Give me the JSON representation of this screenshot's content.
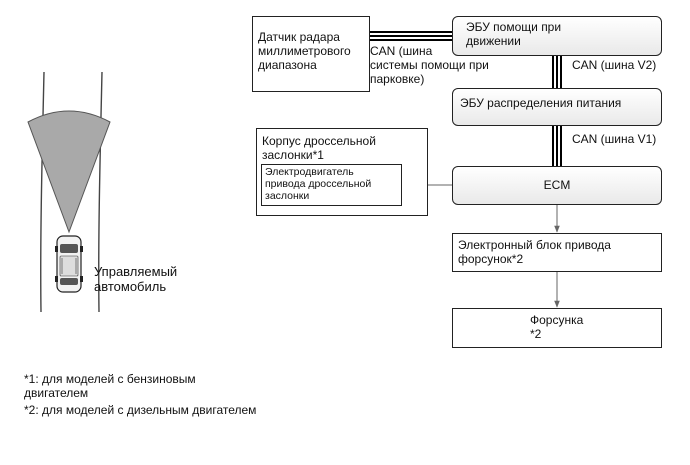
{
  "radar_sensor": {
    "label": "Датчик радара\nмиллиметрового\nдиапазона"
  },
  "driving_assist_ecu": {
    "label": "ЭБУ помощи при\nдвижении"
  },
  "can_parking": {
    "label": "CAN (шина\nсистемы помощи при\nпарковке)"
  },
  "can_v2": {
    "label": "CAN (шина V2)"
  },
  "power_distribution_ecu": {
    "label": "ЭБУ распределения питания"
  },
  "can_v1": {
    "label": "CAN (шина V1)"
  },
  "throttle_body": {
    "label": "Корпус дроссельной\nзаслонки*1"
  },
  "throttle_motor": {
    "label": "Электродвигатель\nпривода дроссельной\nзаслонки"
  },
  "ecm": {
    "label": "ECM"
  },
  "injector_driver": {
    "label": "Электронный блок привода\nфорсунок*2"
  },
  "injector": {
    "label": "Форсунка\n*2"
  },
  "vehicle": {
    "label": "Управляемый\nавтомобиль"
  },
  "footnotes": {
    "note1": "*1: для моделей с бензиновым\nдвигателем",
    "note2": "*2: для моделей с дизельным двигателем"
  }
}
